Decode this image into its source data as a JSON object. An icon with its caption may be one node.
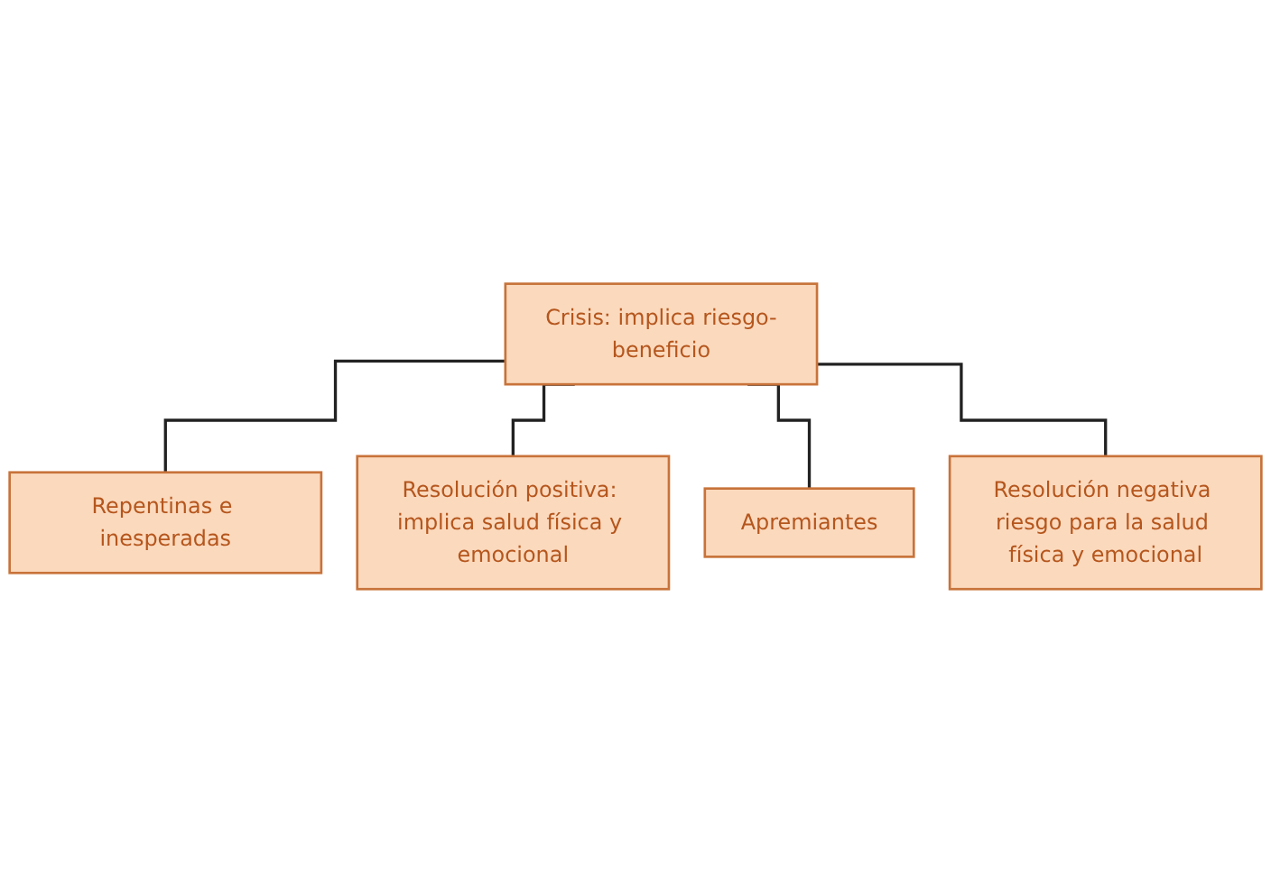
{
  "diagram": {
    "nodes": [
      {
        "text": [
          "Crisis: implica riesgo-beneficio"
        ]
      },
      {
        "text": [
          "Repentinas e inesperadas"
        ]
      },
      {
        "text": [
          "Resolución positiva: implica salud física y emocional"
        ]
      },
      {
        "text": [
          "Apremiantes"
        ]
      },
      {
        "text": [
          "Resolución negativa riesgo para la salud física y emocional"
        ]
      }
    ],
    "edges": [
      {
        "from": 0,
        "to": 1,
        "arrow": "none"
      },
      {
        "from": 0,
        "to": 2,
        "arrow": "none"
      },
      {
        "from": 0,
        "to": 3,
        "arrow": "none"
      },
      {
        "from": 0,
        "to": 4,
        "arrow": "none"
      }
    ]
  }
}
